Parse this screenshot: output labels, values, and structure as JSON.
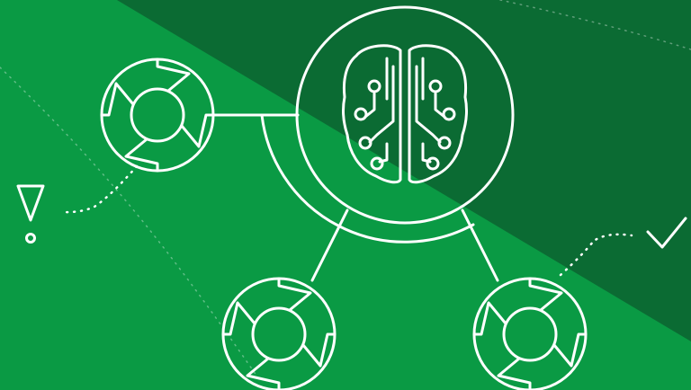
{
  "colors": {
    "background_light": "#0a9a44",
    "background_dark": "#0b6b33",
    "line": "#ffffff"
  },
  "icons": {
    "hub": "brain-circuit-icon",
    "node": "rotating-arrows-cycle-icon",
    "warning": "exclamation-warning-icon",
    "success": "checkmark-icon"
  },
  "nodes": [
    {
      "name": "cycle-node-top-left"
    },
    {
      "name": "cycle-node-bottom-left"
    },
    {
      "name": "cycle-node-bottom-right"
    }
  ]
}
